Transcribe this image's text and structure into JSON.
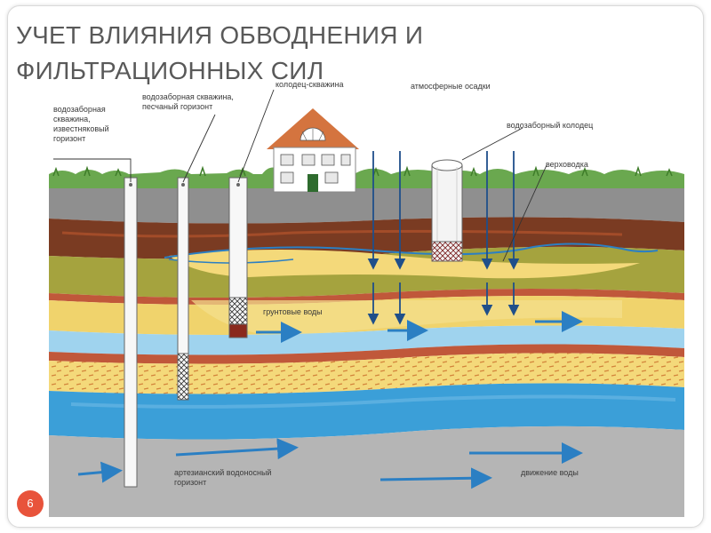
{
  "slide": {
    "title_line1": "УЧЕТ ВЛИЯНИЯ ОБВОДНЕНИЯ И",
    "title_line2": "ФИЛЬТРАЦИОННЫХ СИЛ",
    "page_number": "6"
  },
  "labels": {
    "limestone_well": [
      "водозаборная",
      "скважина,",
      "известняковый",
      "горизонт"
    ],
    "sand_well": [
      "водозаборная скважина,",
      "песчаный горизонт"
    ],
    "well_borehole": "колодец-скважина",
    "precipitation": "атмосферные осадки",
    "intake_well": "водозаборный колодец",
    "perched_water": "верховодка",
    "groundwater": "грунтовые воды",
    "artesian": [
      "артезианский водоносный",
      "горизонт"
    ],
    "water_flow": "движение воды"
  },
  "colors": {
    "sky_grass": "#6aa84f",
    "topsoil": "#8f8f8f",
    "clay": "#7a3b22",
    "loam": "#a5a33e",
    "sand": "#f4d97a",
    "water_light": "#9fd3ee",
    "water_blue": "#3b9fd8",
    "bedrock": "#b5b5b5",
    "arrow": "#2b7fc3",
    "badge": "#e8533b"
  }
}
